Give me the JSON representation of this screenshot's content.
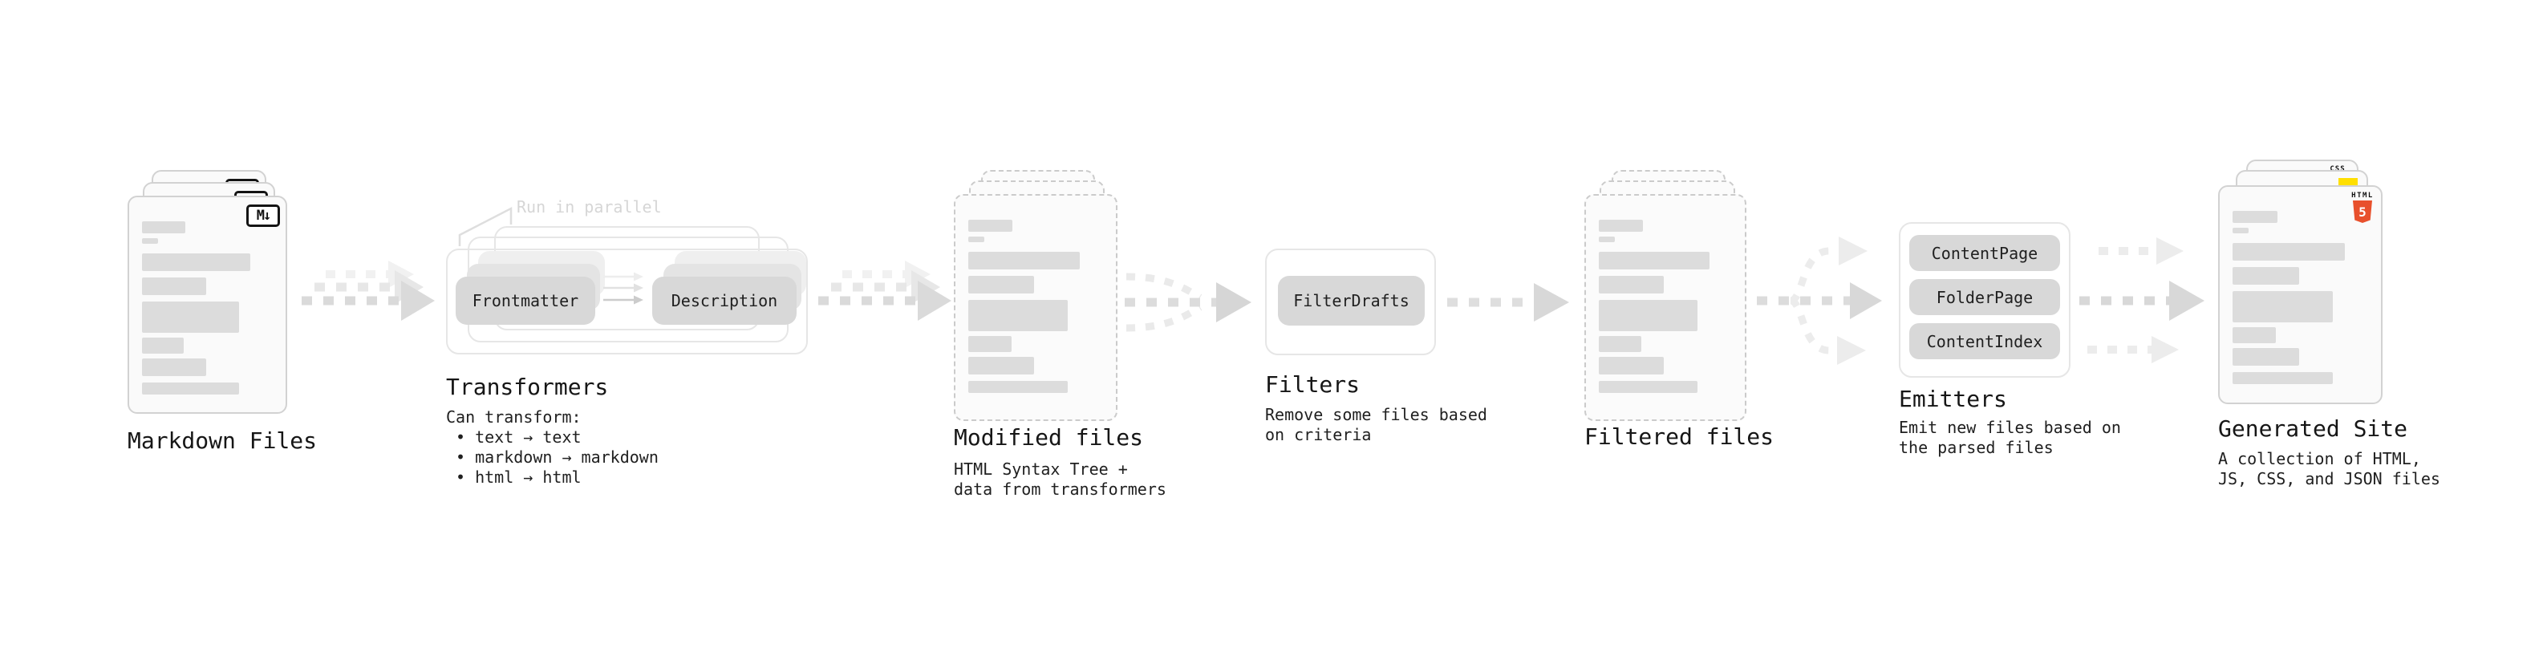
{
  "pipeline": {
    "markdown_files": {
      "title": "Markdown Files",
      "badge": "M↓"
    },
    "transformers": {
      "annotation": "Run in parallel",
      "pills": [
        "Frontmatter",
        "Description"
      ],
      "title": "Transformers",
      "subtitle": "Can transform:",
      "bullets": [
        "• text → text",
        "• markdown → markdown",
        "• html → html"
      ]
    },
    "modified_files": {
      "title": "Modified files",
      "subtitle_lines": [
        "HTML Syntax Tree +",
        "data from transformers"
      ]
    },
    "filters": {
      "title": "Filters",
      "pills": [
        "FilterDrafts"
      ],
      "subtitle_lines": [
        "Remove some files based",
        "on criteria"
      ]
    },
    "filtered_files": {
      "title": "Filtered files"
    },
    "emitters": {
      "title": "Emitters",
      "pills": [
        "ContentPage",
        "FolderPage",
        "ContentIndex"
      ],
      "subtitle_lines": [
        "Emit new files based on",
        "the parsed files"
      ]
    },
    "generated_site": {
      "title": "Generated Site",
      "subtitle_lines": [
        "A collection of HTML,",
        "JS, CSS, and JSON files"
      ],
      "badges": {
        "html_label": "HTML",
        "html_number": "5",
        "css_label": "CSS"
      }
    }
  },
  "colors": {
    "doc_border": "#d2d2d2",
    "doc_fill": "#fafafa",
    "skeleton_bar": "#dcdcdc",
    "pill_fill": "#d8d8d8",
    "frame_border": "#e6e6e6",
    "arrow_gray": "#dadada",
    "arrow_light": "#ececec",
    "annotation_gray": "#d6d6d6",
    "text_dark": "#1c1c1c",
    "html5_orange": "#e8502c",
    "css_blue": "#2966e2",
    "js_yellow": "#ffdf00"
  }
}
